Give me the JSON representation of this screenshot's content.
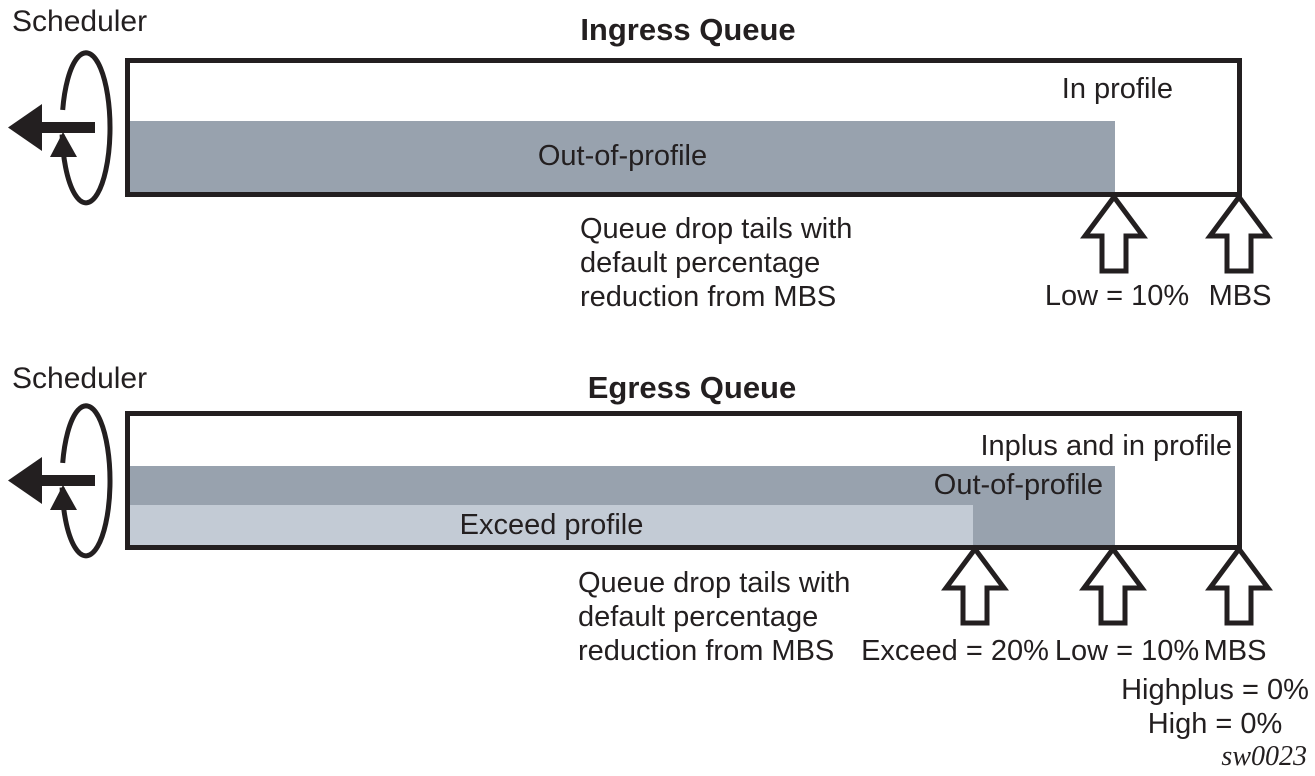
{
  "colors": {
    "dark_bar": "#98A2AE",
    "light_bar": "#C3CBD5",
    "ink": "#231F20"
  },
  "ingress": {
    "scheduler_label": "Scheduler",
    "title": "Ingress Queue",
    "queue": {
      "in_profile_label": "In profile",
      "out_of_profile_label": "Out-of-profile"
    },
    "note": "Queue drop tails with\ndefault percentage\nreduction from MBS",
    "markers": [
      {
        "id": "low",
        "label": "Low = 10%"
      },
      {
        "id": "mbs",
        "label": "MBS"
      }
    ]
  },
  "egress": {
    "scheduler_label": "Scheduler",
    "title": "Egress Queue",
    "queue": {
      "inplus_label": "Inplus and in profile",
      "out_of_profile_label": "Out-of-profile",
      "exceed_label": "Exceed profile"
    },
    "note": "Queue drop tails with\ndefault percentage\nreduction from MBS",
    "markers": [
      {
        "id": "exceed",
        "label": "Exceed = 20%"
      },
      {
        "id": "low",
        "label": "Low = 10%"
      },
      {
        "id": "mbs",
        "label": "MBS"
      }
    ],
    "extra_thresholds": {
      "highplus": "Highplus = 0%",
      "high": "High = 0%"
    }
  },
  "watermark": "sw0023"
}
